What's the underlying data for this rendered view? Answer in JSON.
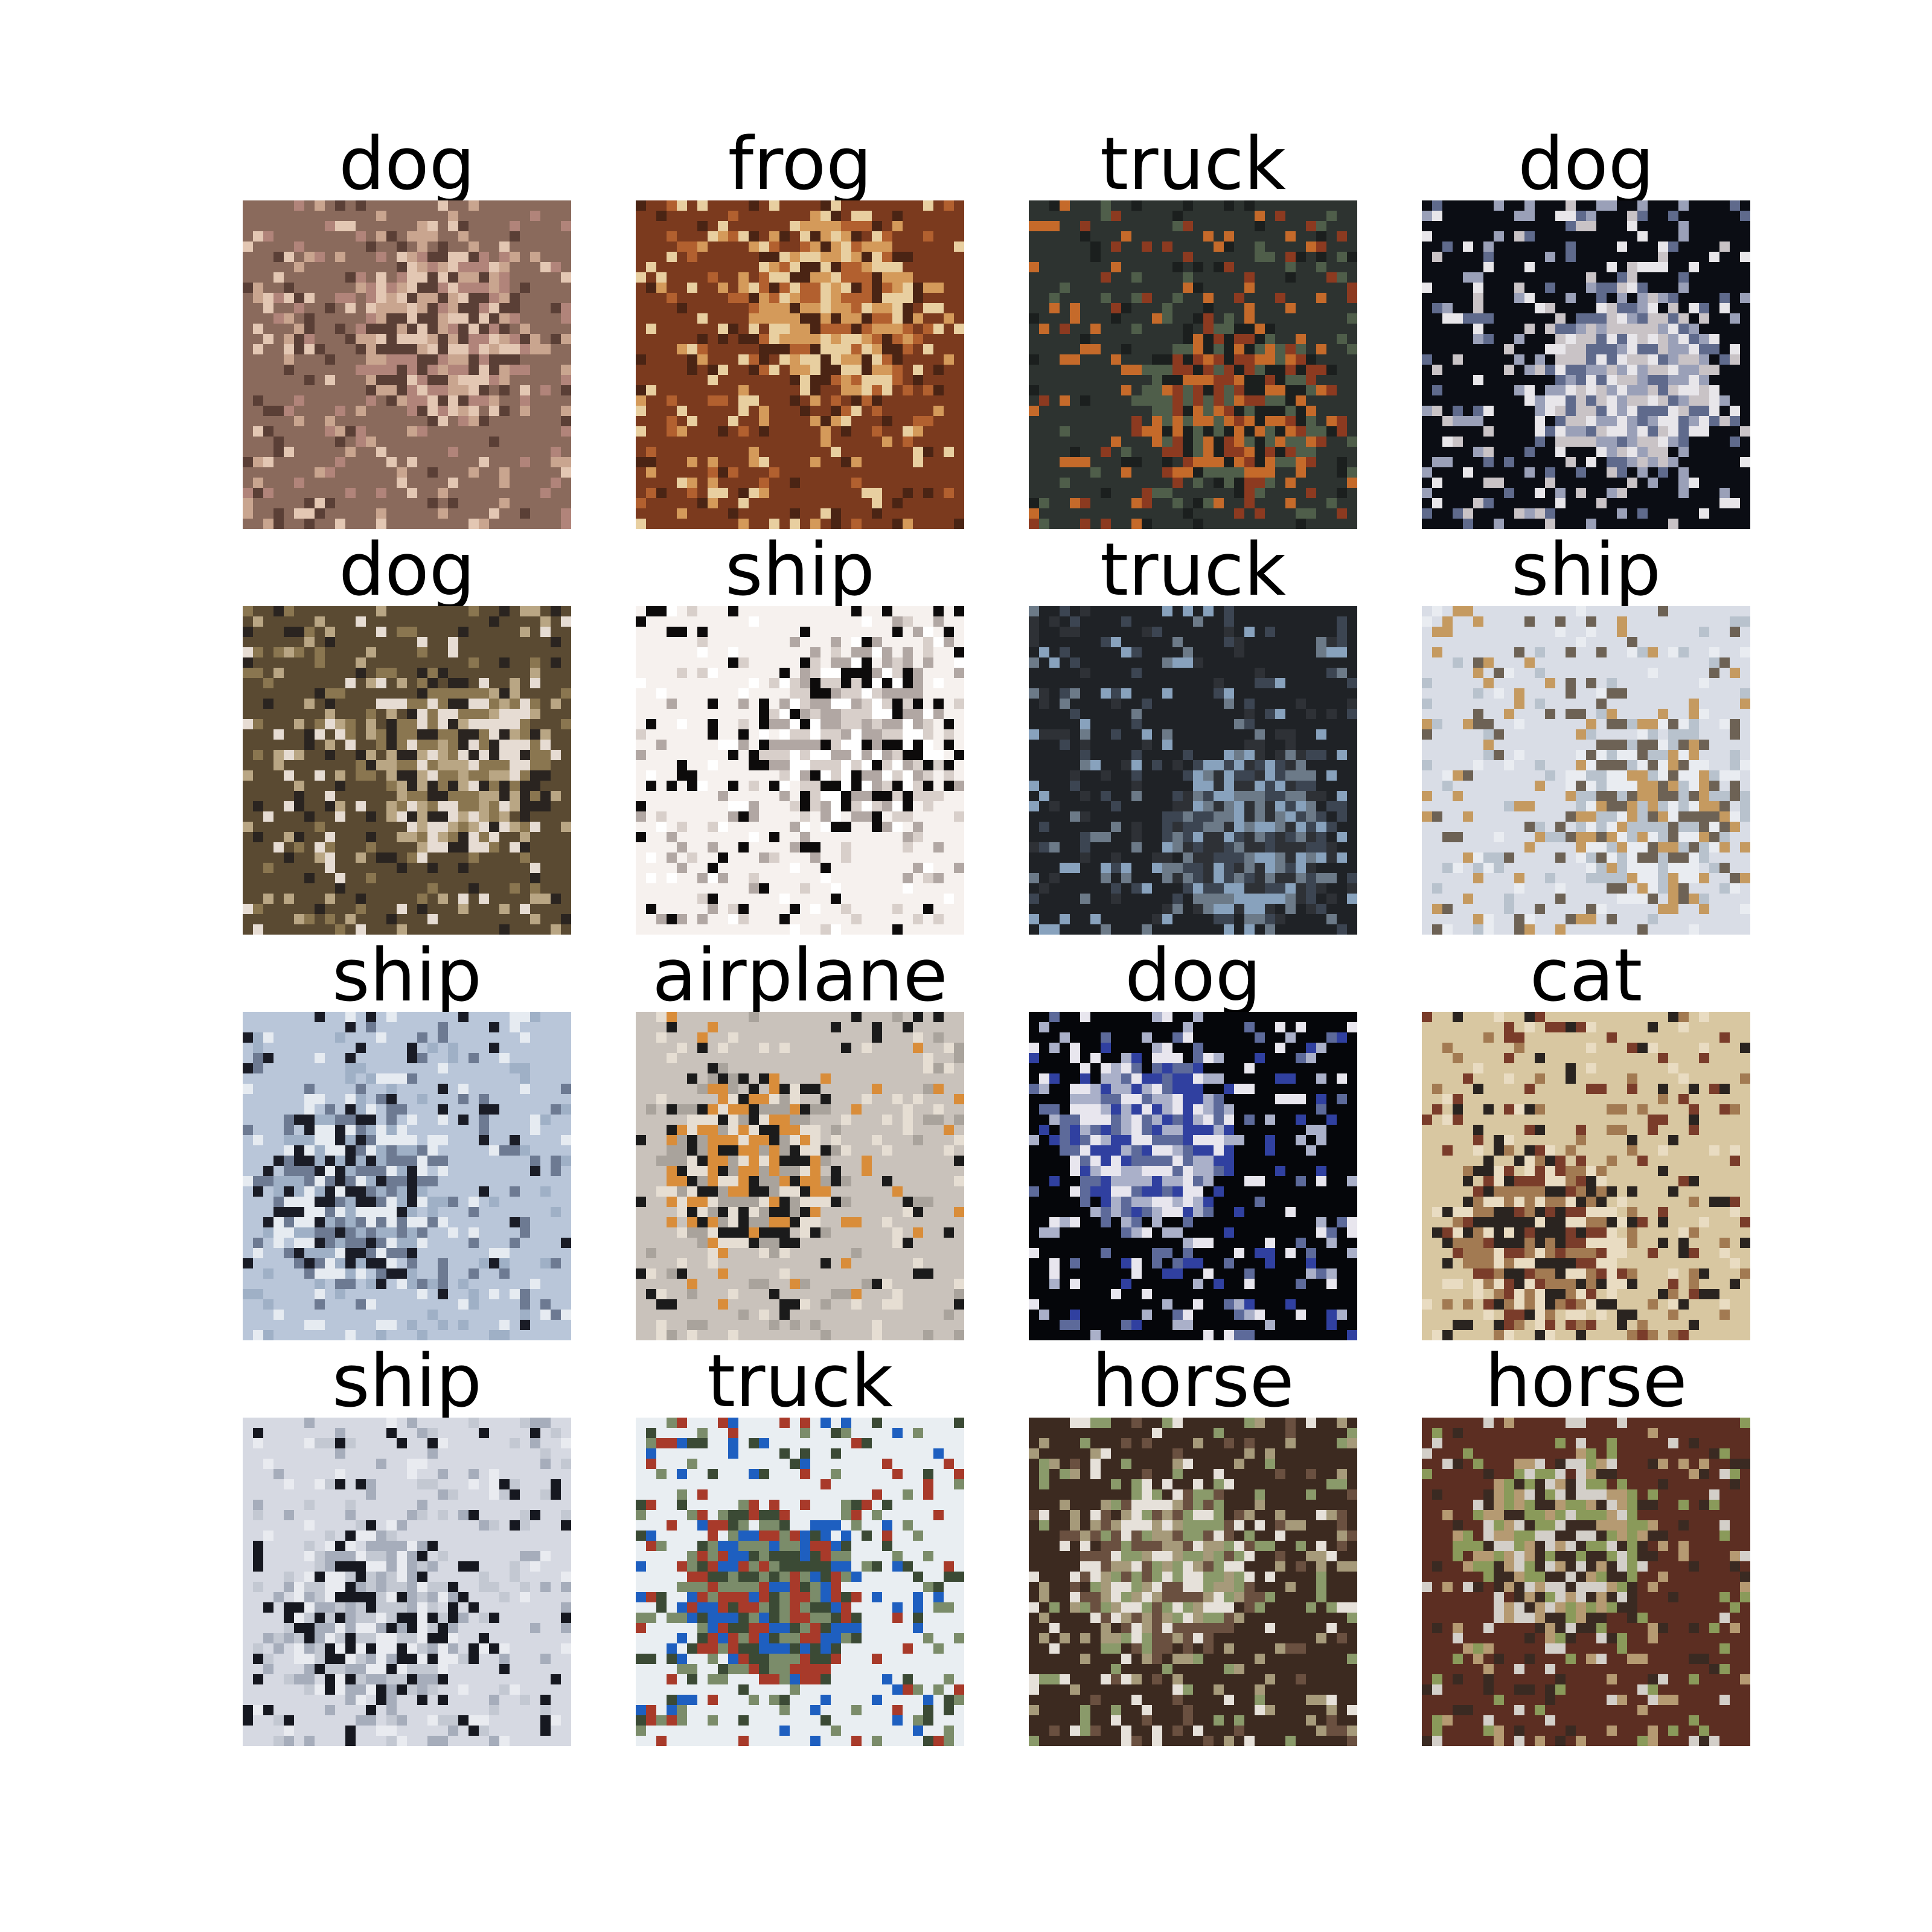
{
  "samples": [
    {
      "label": "dog",
      "palette": [
        "#8a6a5c",
        "#c9a58f",
        "#5a3f36",
        "#b1847a",
        "#e3c7b3"
      ],
      "bg": "#7d6560"
    },
    {
      "label": "frog",
      "palette": [
        "#7b3a1e",
        "#b2602f",
        "#4a2414",
        "#d49a5a",
        "#e8cfa0"
      ],
      "bg": "#6b3420"
    },
    {
      "label": "truck",
      "palette": [
        "#2d3330",
        "#4f5e4a",
        "#8c3a20",
        "#c56a2a",
        "#1b1f1e"
      ],
      "bg": "#2f3532"
    },
    {
      "label": "dog",
      "palette": [
        "#0b0d14",
        "#e8e6ea",
        "#9aa0b8",
        "#5f6a8c",
        "#c9c3c6"
      ],
      "bg": "#0c0e16"
    },
    {
      "label": "dog",
      "palette": [
        "#5a4a32",
        "#8a7650",
        "#2a2420",
        "#e6dcd3",
        "#b9a684"
      ],
      "bg": "#6a5a3c"
    },
    {
      "label": "ship",
      "palette": [
        "#f6f1ee",
        "#0d0b0b",
        "#d8cfca",
        "#b1a7a3",
        "#ffffff"
      ],
      "bg": "#f4efec"
    },
    {
      "label": "truck",
      "palette": [
        "#1f2226",
        "#3c4552",
        "#88a2bd",
        "#6c7a88",
        "#2e3136"
      ],
      "bg": "#2a2e33"
    },
    {
      "label": "ship",
      "palette": [
        "#d9dde6",
        "#b8c2cd",
        "#6d6255",
        "#c59a60",
        "#e9ecf1"
      ],
      "bg": "#dde1ea"
    },
    {
      "label": "ship",
      "palette": [
        "#b9c6d9",
        "#e6ebf1",
        "#1a1c26",
        "#6d7a92",
        "#9fb0c6"
      ],
      "bg": "#c3cfde"
    },
    {
      "label": "airplane",
      "palette": [
        "#c9c2bb",
        "#e6ded3",
        "#1b1b1b",
        "#d98d3a",
        "#a9a39c"
      ],
      "bg": "#cfc7bd"
    },
    {
      "label": "dog",
      "palette": [
        "#05060a",
        "#e8e6ee",
        "#aab0c9",
        "#5d6a9a",
        "#3040a0"
      ],
      "bg": "#0a0b10"
    },
    {
      "label": "cat",
      "palette": [
        "#d8c7a1",
        "#a27a52",
        "#2a2420",
        "#e9dcc2",
        "#7a3c2a"
      ],
      "bg": "#d2c09b"
    },
    {
      "label": "ship",
      "palette": [
        "#d6d9e2",
        "#e9ebf0",
        "#161820",
        "#a6adbb",
        "#c3c8d2"
      ],
      "bg": "#dcdfe7"
    },
    {
      "label": "truck",
      "palette": [
        "#e9eef2",
        "#3b4a35",
        "#1e5fc0",
        "#a83a2a",
        "#7b8c6a"
      ],
      "bg": "#dfe6ea"
    },
    {
      "label": "horse",
      "palette": [
        "#3c2a20",
        "#8a9a6a",
        "#6a5040",
        "#e6e1da",
        "#a69a7a"
      ],
      "bg": "#5c6044"
    },
    {
      "label": "horse",
      "palette": [
        "#5c2e22",
        "#8a9a5a",
        "#d3cfc9",
        "#3a2a22",
        "#b59a72"
      ],
      "bg": "#7a7050"
    }
  ]
}
